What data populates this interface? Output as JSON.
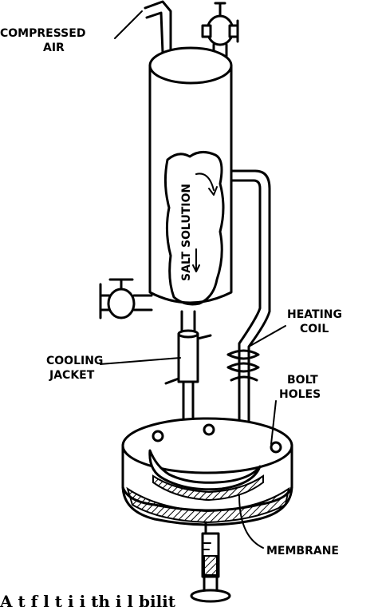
{
  "labels": {
    "compressed_air_line1": "COMPRESSED",
    "compressed_air_line2": "AIR",
    "salt_solution": "SALT SOLUTION",
    "heating_coil_line1": "HEATING",
    "heating_coil_line2": "COIL",
    "cooling_jacket_line1": "COOLING",
    "cooling_jacket_line2": "JACKET",
    "bolt_holes_line1": "BOLT",
    "bolt_holes_line2": "HOLES",
    "membrane": "MEMBRANE"
  },
  "caption_fragment": "A          t     f  l  t      i  i     th        i        l   bilit"
}
